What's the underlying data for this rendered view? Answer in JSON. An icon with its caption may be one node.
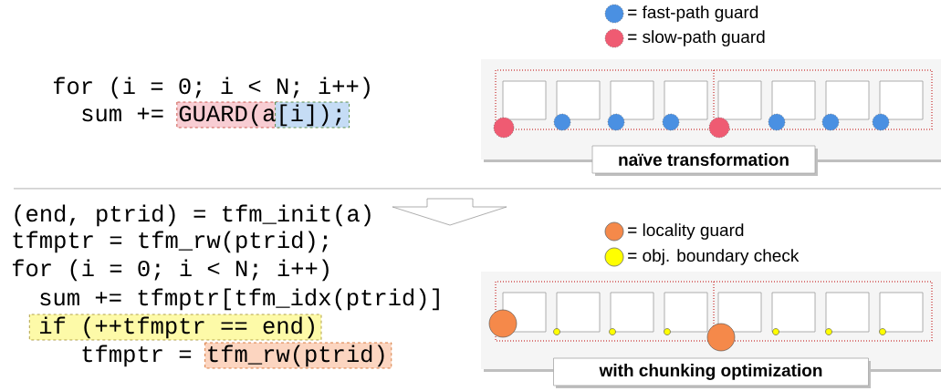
{
  "diagram": {
    "nodes": [
      {
        "text": [
          "naïve transformation"
        ]
      },
      {
        "text": [
          "with chunking optimization"
        ]
      }
    ],
    "labels": [
      "for (i = 0; i < N; i++)",
      "sum += GUARD(a[i]);",
      "(end, ptrid) = tfm_init(a)",
      "tfmptr = tfm_rw(ptrid);",
      "for (i = 0; i < N; i++)",
      "sum += tfmptr[tfm_idx(ptrid)]",
      "if (++tfmptr == end)",
      "tfmptr = tfm_rw(ptrid)"
    ],
    "legend": [
      {
        "text": "= fast-path guard",
        "color": "#4a90e2"
      },
      {
        "text": "= slow-path guard",
        "color": "#ef5b72"
      },
      {
        "text": "= locality guard",
        "color": "#f5894a"
      },
      {
        "text": "= obj. boundary check",
        "color": "#ffff00"
      }
    ]
  }
}
